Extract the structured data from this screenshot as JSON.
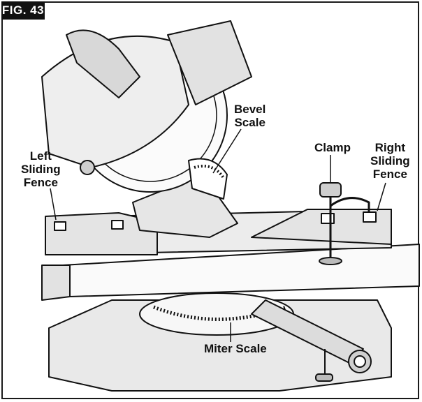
{
  "figure_label": "FIG. 43",
  "callouts": {
    "bevel_scale": [
      "Bevel",
      "Scale"
    ],
    "clamp": "Clamp",
    "left_sliding_fence": [
      "Left",
      "Sliding",
      "Fence"
    ],
    "right_sliding_fence": [
      "Right",
      "Sliding",
      "Fence"
    ],
    "miter_scale": "Miter Scale"
  },
  "colors": {
    "ink": "#111111",
    "fill_light": "#f2f2f2",
    "fill_mid": "#d8d8d8",
    "background": "#ffffff"
  }
}
